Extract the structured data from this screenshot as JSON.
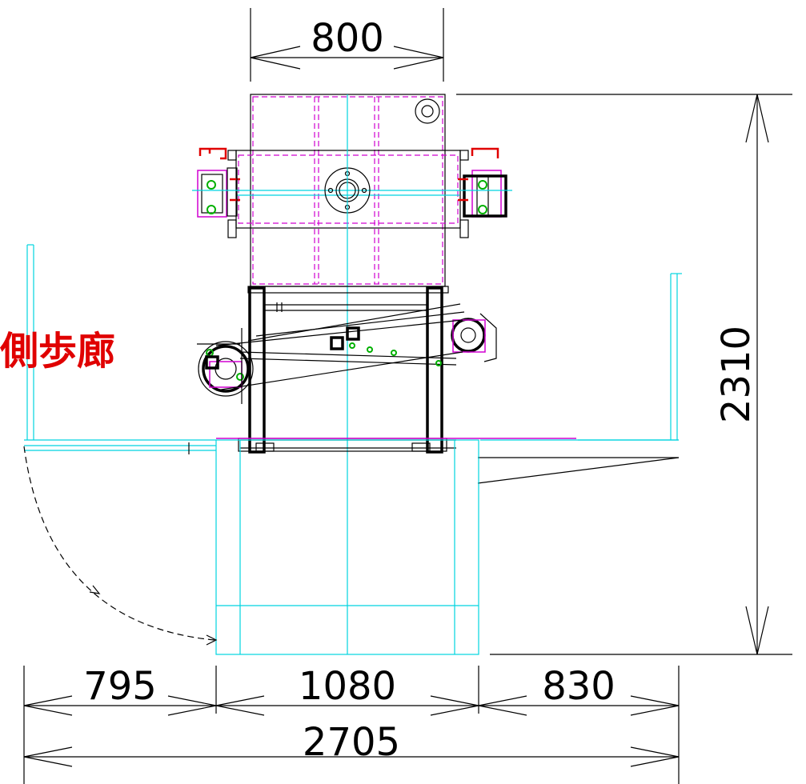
{
  "dimensions": {
    "top_width": "800",
    "height": "2310",
    "left_span": "795",
    "center_span": "1080",
    "right_span": "830",
    "total_width": "2705"
  },
  "labels": {
    "side_walkway": "側歩廊"
  },
  "colors": {
    "linework": "#000000",
    "cyan": "#00d4e0",
    "magenta": "#d000d0",
    "red_label": "#e00000",
    "green": "#00b000"
  }
}
